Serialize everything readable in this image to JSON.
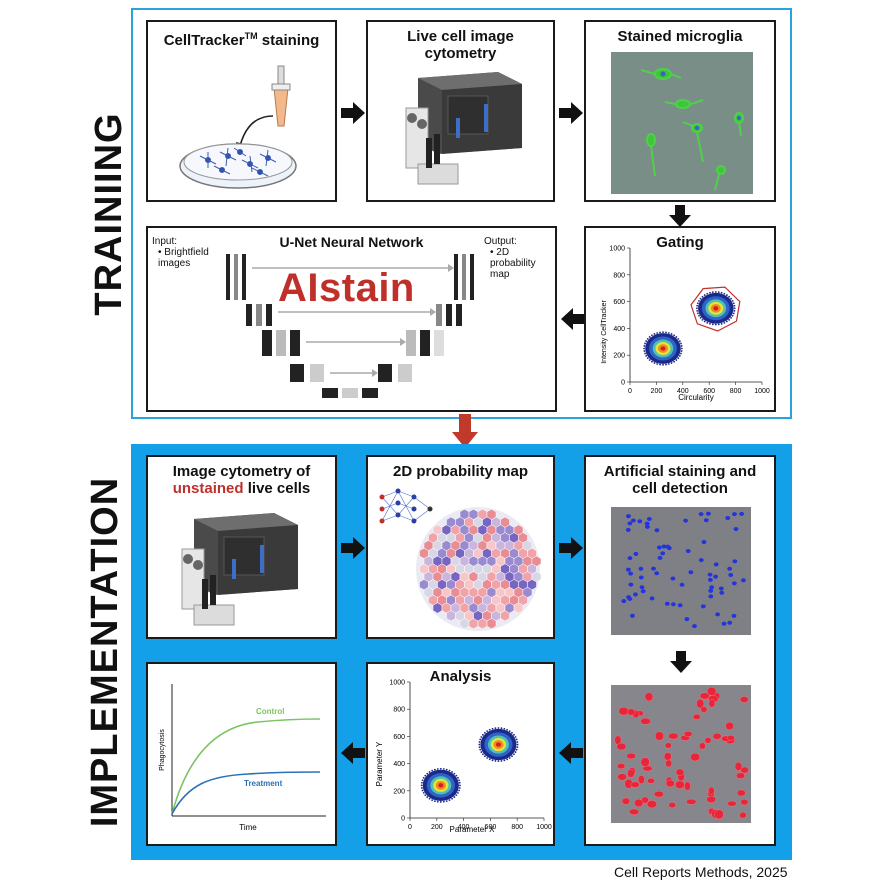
{
  "sections": {
    "training_label": "TRAINIING",
    "implementation_label": "IMPLEMENTATION"
  },
  "training": {
    "celltracker_title": "CellTracker",
    "celltracker_tm": "TM",
    "celltracker_suffix": " staining",
    "cytometry_title": "Live cell image cytometry",
    "microglia_title": "Stained microglia",
    "gating_title": "Gating",
    "gating_ylabel": "Intensity CellTracker",
    "gating_xlabel": "Circularity",
    "unet_title": "U-Net Neural Network",
    "unet_input_label": "Input:",
    "unet_input_item": "Brightfield images",
    "unet_output_label": "Output:",
    "unet_output_item": "2D probability map",
    "unet_brand": "AIstain"
  },
  "implementation": {
    "cytometry_title_line1": "Image cytometry of",
    "cytometry_title_red": "unstained",
    "cytometry_title_rest": " live cells",
    "probmap_title": "2D probability map",
    "artificial_title": "Artificial staining and cell detection",
    "analysis_title": "Analysis",
    "analysis_ylabel": "Parameter Y",
    "analysis_xlabel": "Parameter X",
    "phago_ylabel": "Phagocytosis",
    "phago_xlabel": "Time",
    "control_label": "Control",
    "treatment_label": "Treatment"
  },
  "footer": {
    "citation": "Cell Reports Methods, 2025"
  },
  "colors": {
    "training_border": "#29a3e0",
    "implementation_bg": "#13a0e8",
    "arrow_red": "#c0392b",
    "brand_red": "#c0302b",
    "control_green": "#7cc464",
    "treatment_blue": "#2a72b8"
  },
  "chart_data": [
    {
      "type": "scatter",
      "title": "Gating",
      "xlabel": "Circularity",
      "ylabel": "Intensity CellTracker",
      "xlim": [
        0,
        1000
      ],
      "ylim": [
        0,
        1000
      ],
      "xticks": [
        0,
        200,
        400,
        600,
        800,
        1000
      ],
      "yticks": [
        0,
        200,
        400,
        600,
        800,
        1000
      ],
      "series": [
        {
          "name": "",
          "center": [
            250,
            250
          ]
        },
        {
          "name": "",
          "center": [
            650,
            550
          ]
        }
      ]
    },
    {
      "type": "scatter",
      "title": "Analysis",
      "xlabel": "Parameter X",
      "ylabel": "Parameter Y",
      "xlim": [
        0,
        1000
      ],
      "ylim": [
        0,
        1000
      ],
      "xticks": [
        0,
        200,
        400,
        600,
        800,
        1000
      ],
      "yticks": [
        0,
        200,
        400,
        600,
        800,
        1000
      ],
      "series": [
        {
          "name": "",
          "center": [
            230,
            240
          ]
        },
        {
          "name": "",
          "center": [
            660,
            540
          ]
        }
      ]
    },
    {
      "type": "line",
      "xlabel": "Time",
      "ylabel": "Phagocytosis",
      "series": [
        {
          "name": "Control"
        },
        {
          "name": "Treatment"
        }
      ]
    }
  ]
}
